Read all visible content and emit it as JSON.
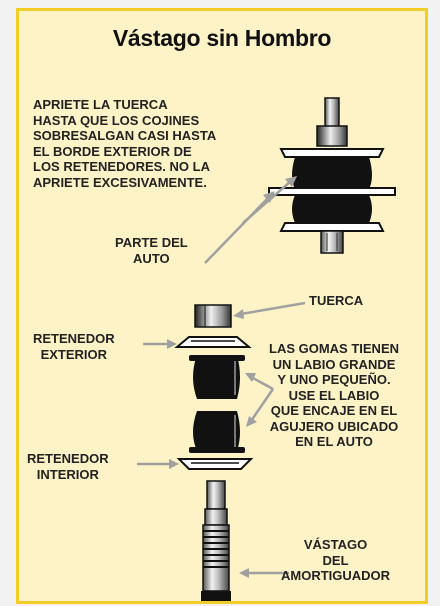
{
  "diagram": {
    "title": "Vástago sin Hombro",
    "instruction": "APRIETE LA TUERCA\nHASTA QUE LOS COJINES\nSOBRESALGAN CASI HASTA\nEL BORDE EXTERIOR DE\nLOS RETENEDORES. NO LA\nAPRIETE EXCESIVAMENTE.",
    "car_part": "PARTE DEL\nAUTO",
    "nut": "TUERCA",
    "outer_retainer": "RETENEDOR\nEXTERIOR",
    "bushing_note": "LAS GOMAS TIENEN\nUN LABIO GRANDE\nY UNO PEQUEÑO.\nUSE EL LABIO\nQUE ENCAJE EN EL\nAGUJERO UBICADO\nEN EL AUTO",
    "inner_retainer": "RETENEDOR\nINTERIOR",
    "shock_rod": "VÁSTAGO\nDEL\nAMORTIGUADOR"
  },
  "colors": {
    "panel_background": "#fdf3c7",
    "panel_border": "#f2cd2a",
    "arrow": "#a0a0a0",
    "rubber": "#111111"
  }
}
